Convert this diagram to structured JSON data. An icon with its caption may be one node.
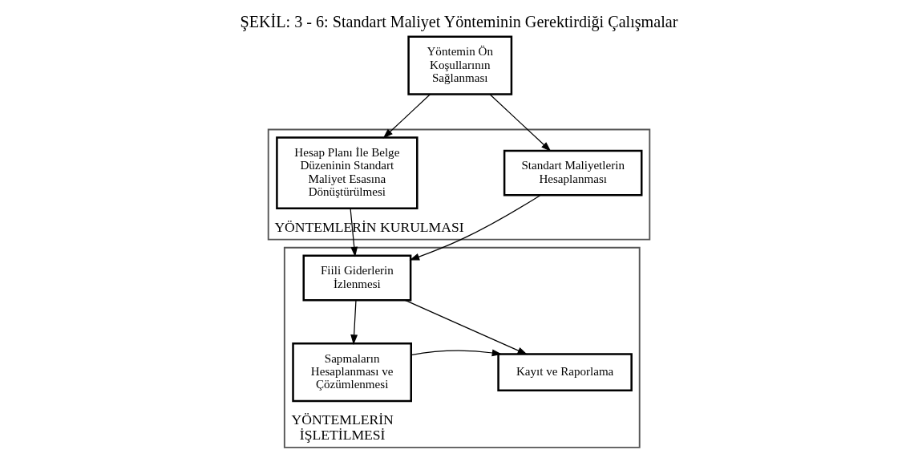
{
  "diagram": {
    "title": "ŞEKİL: 3 - 6: Standart Maliyet Yönteminin Gerektirdiği Çalışmalar",
    "nodes": [
      {
        "text": [
          "Yöntemin Ön Koşullarının Sağlanması"
        ]
      },
      {
        "text": [
          "YÖNTEMLERİN KURULMASI"
        ]
      },
      {
        "text": [
          "Hesap Planı İle Belge Düzeninin Standart Maliyet Esasına Dönüştürülmesi"
        ],
        "in": 1
      },
      {
        "text": [
          "Standart Maliyetlerin Hesaplanması"
        ],
        "in": 1
      },
      {
        "text": [
          "YÖNTEMLERİN İŞLETİLMESİ"
        ]
      },
      {
        "text": [
          "Fiili Giderlerin İzlenmesi"
        ],
        "in": 4
      },
      {
        "text": [
          "Sapmaların Hesaplanması ve Çözümlenmesi"
        ],
        "in": 4
      },
      {
        "text": [
          "Kayıt ve Raporlama"
        ],
        "in": 4
      }
    ],
    "edges": [
      {
        "from": 0,
        "to": 2,
        "arrow": "to"
      },
      {
        "from": 0,
        "to": 3,
        "arrow": "to"
      },
      {
        "from": 2,
        "to": 5,
        "arrow": "to"
      },
      {
        "from": 3,
        "to": 5,
        "arrow": "to"
      },
      {
        "from": 5,
        "to": 6,
        "arrow": "to"
      },
      {
        "from": 5,
        "to": 7,
        "arrow": "to"
      },
      {
        "from": 6,
        "to": 7,
        "arrow": "to"
      }
    ]
  }
}
